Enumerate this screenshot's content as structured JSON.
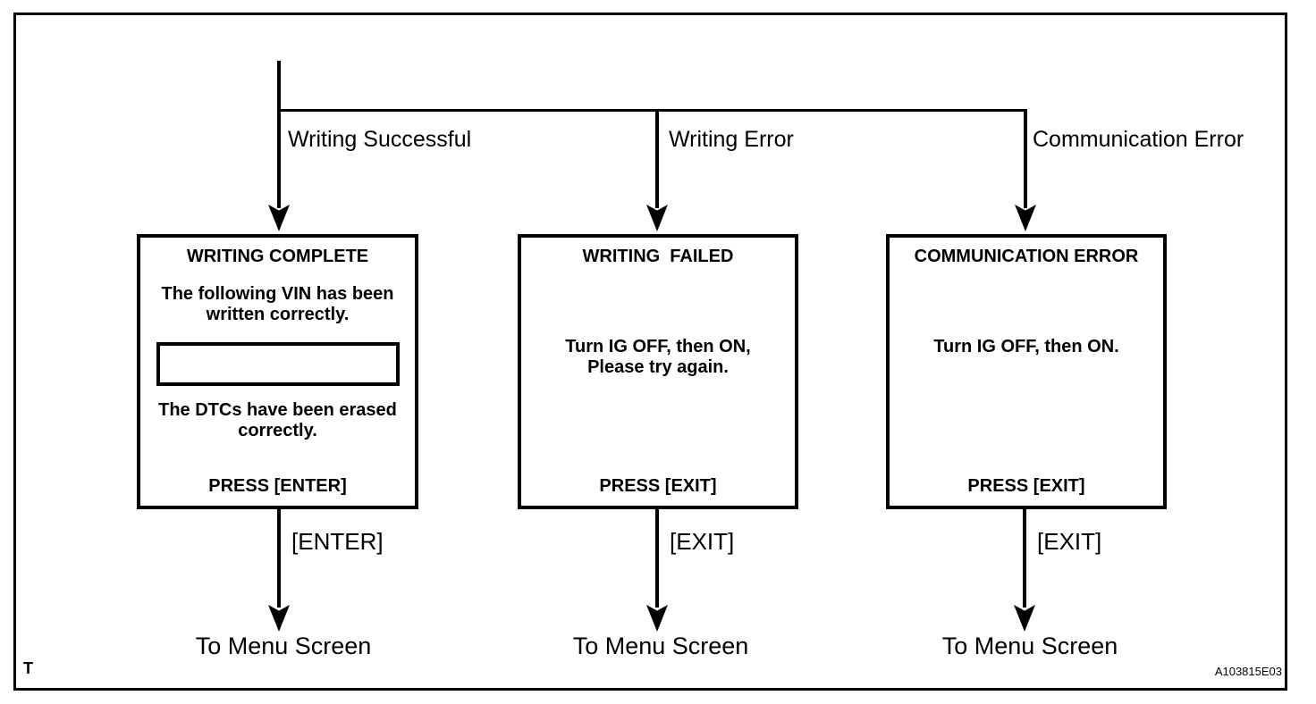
{
  "figure": {
    "corner_mark": "T",
    "code": "A103815E03"
  },
  "branches": {
    "success": {
      "condition": "Writing Successful",
      "box": {
        "title": "WRITING COMPLETE",
        "line1": "The following VIN has been\nwritten correctly.",
        "vin_field_value": "",
        "line2": "The DTCs have been erased\ncorrectly.",
        "press": "PRESS [ENTER]"
      },
      "key": "[ENTER]",
      "destination": "To Menu Screen"
    },
    "writing_error": {
      "condition": "Writing Error",
      "box": {
        "title": "WRITING  FAILED",
        "body": "Turn IG OFF, then ON,\nPlease try again.",
        "press": "PRESS [EXIT]"
      },
      "key": "[EXIT]",
      "destination": "To Menu Screen"
    },
    "comm_error": {
      "condition": "Communication Error",
      "box": {
        "title": "COMMUNICATION ERROR",
        "body": "Turn IG OFF, then ON.",
        "press": "PRESS [EXIT]"
      },
      "key": "[EXIT]",
      "destination": "To Menu Screen"
    }
  }
}
